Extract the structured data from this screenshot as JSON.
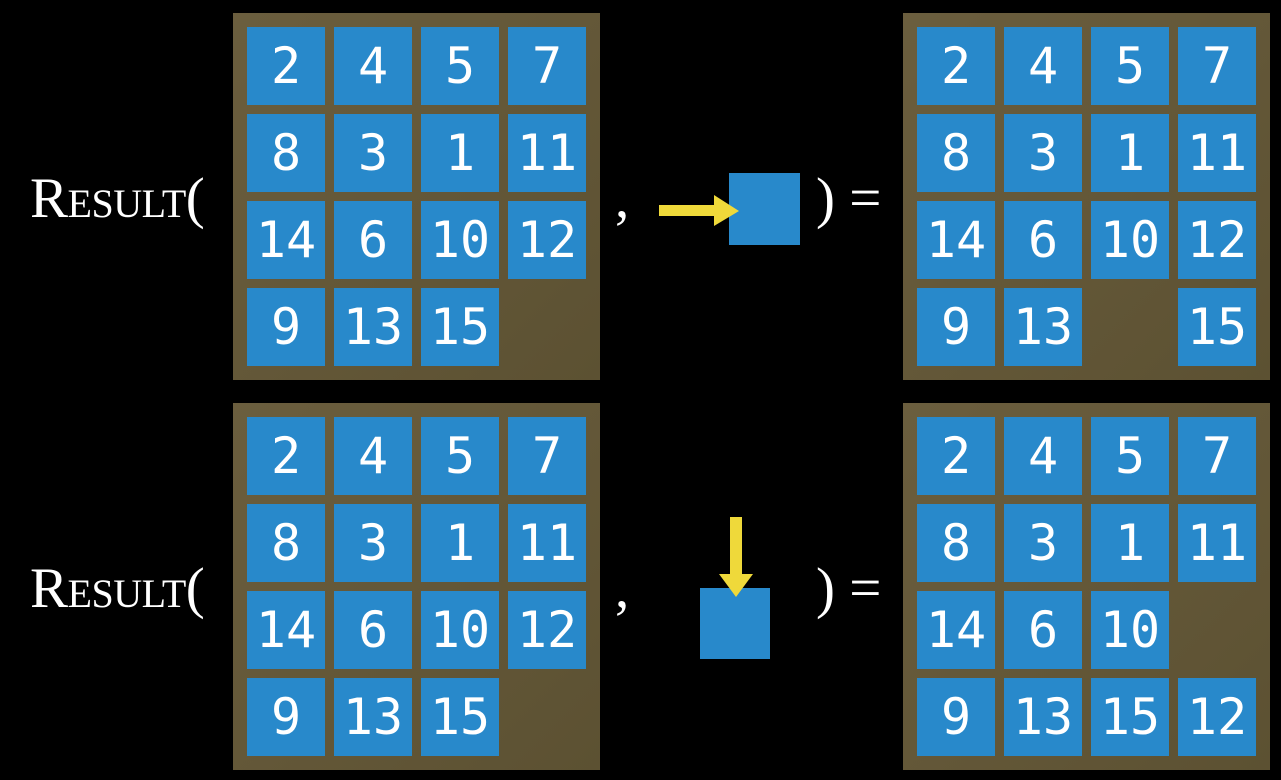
{
  "colors": {
    "background": "#000000",
    "board_brown": "#65593A",
    "tile_blue": "#2889CB",
    "arrow_yellow": "#EFD93A",
    "text_white": "#FFFFFF"
  },
  "equations": [
    {
      "function_label": "Result(",
      "comma": ",",
      "close": ") =",
      "move_icon": "arrow-right-icon",
      "initial_board": [
        [
          "2",
          "4",
          "5",
          "7"
        ],
        [
          "8",
          "3",
          "1",
          "11"
        ],
        [
          "14",
          "6",
          "10",
          "12"
        ],
        [
          "9",
          "13",
          "15",
          ""
        ]
      ],
      "result_board": [
        [
          "2",
          "4",
          "5",
          "7"
        ],
        [
          "8",
          "3",
          "1",
          "11"
        ],
        [
          "14",
          "6",
          "10",
          "12"
        ],
        [
          "9",
          "13",
          "",
          "15"
        ]
      ]
    },
    {
      "function_label": "Result(",
      "comma": ",",
      "close": ") =",
      "move_icon": "arrow-down-icon",
      "initial_board": [
        [
          "2",
          "4",
          "5",
          "7"
        ],
        [
          "8",
          "3",
          "1",
          "11"
        ],
        [
          "14",
          "6",
          "10",
          "12"
        ],
        [
          "9",
          "13",
          "15",
          ""
        ]
      ],
      "result_board": [
        [
          "2",
          "4",
          "5",
          "7"
        ],
        [
          "8",
          "3",
          "1",
          "11"
        ],
        [
          "14",
          "6",
          "10",
          ""
        ],
        [
          "9",
          "13",
          "15",
          "12"
        ]
      ]
    }
  ]
}
